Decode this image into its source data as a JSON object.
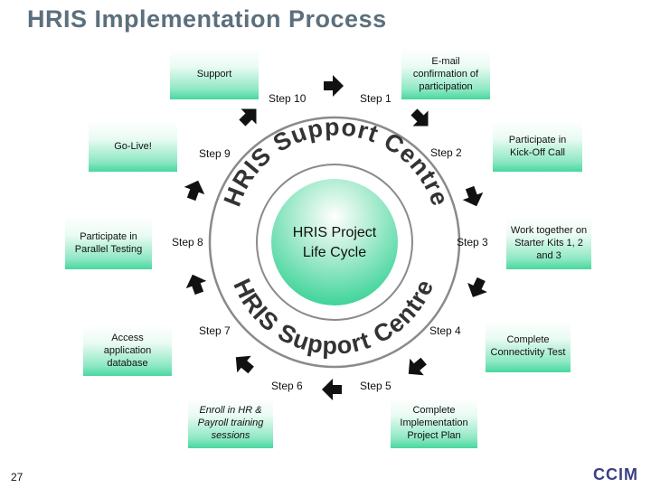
{
  "title": "HRIS Implementation Process",
  "center": {
    "line1": "HRIS Project",
    "line2": "Life Cycle",
    "ring_top_text": "HRIS Support Centre",
    "ring_bottom_text": "HRIS Support Centre"
  },
  "boxes": {
    "support": "Support",
    "email_confirmation": "E-mail confirmation of participation",
    "kickoff_call": "Participate in Kick-Off Call",
    "starter_kits": "Work together on Starter Kits 1, 2 and 3",
    "connectivity_test": "Complete Connectivity Test",
    "implementation_plan": "Complete Implementation Project Plan",
    "training_sessions": "Enroll in HR & Payroll training sessions",
    "access_database": "Access application database",
    "parallel_testing": "Participate in Parallel Testing",
    "go_live": "Go-Live!"
  },
  "steps": {
    "step1": "Step 1",
    "step2": "Step 2",
    "step3": "Step 3",
    "step4": "Step 4",
    "step5": "Step 5",
    "step6": "Step 6",
    "step7": "Step 7",
    "step8": "Step 8",
    "step9": "Step 9",
    "step10": "Step 10"
  },
  "colors": {
    "box_gradient_end": "#48d79e",
    "ring_stroke": "#8a8a8a",
    "center_fill": "#3fd49a",
    "arrow_fill": "#111111",
    "title_color": "#5c6f7c",
    "logo_color": "#3b3f86"
  },
  "icons": [
    "arrow-icon"
  ],
  "footer": {
    "page_number": "27",
    "logo_text": "CCIM"
  }
}
